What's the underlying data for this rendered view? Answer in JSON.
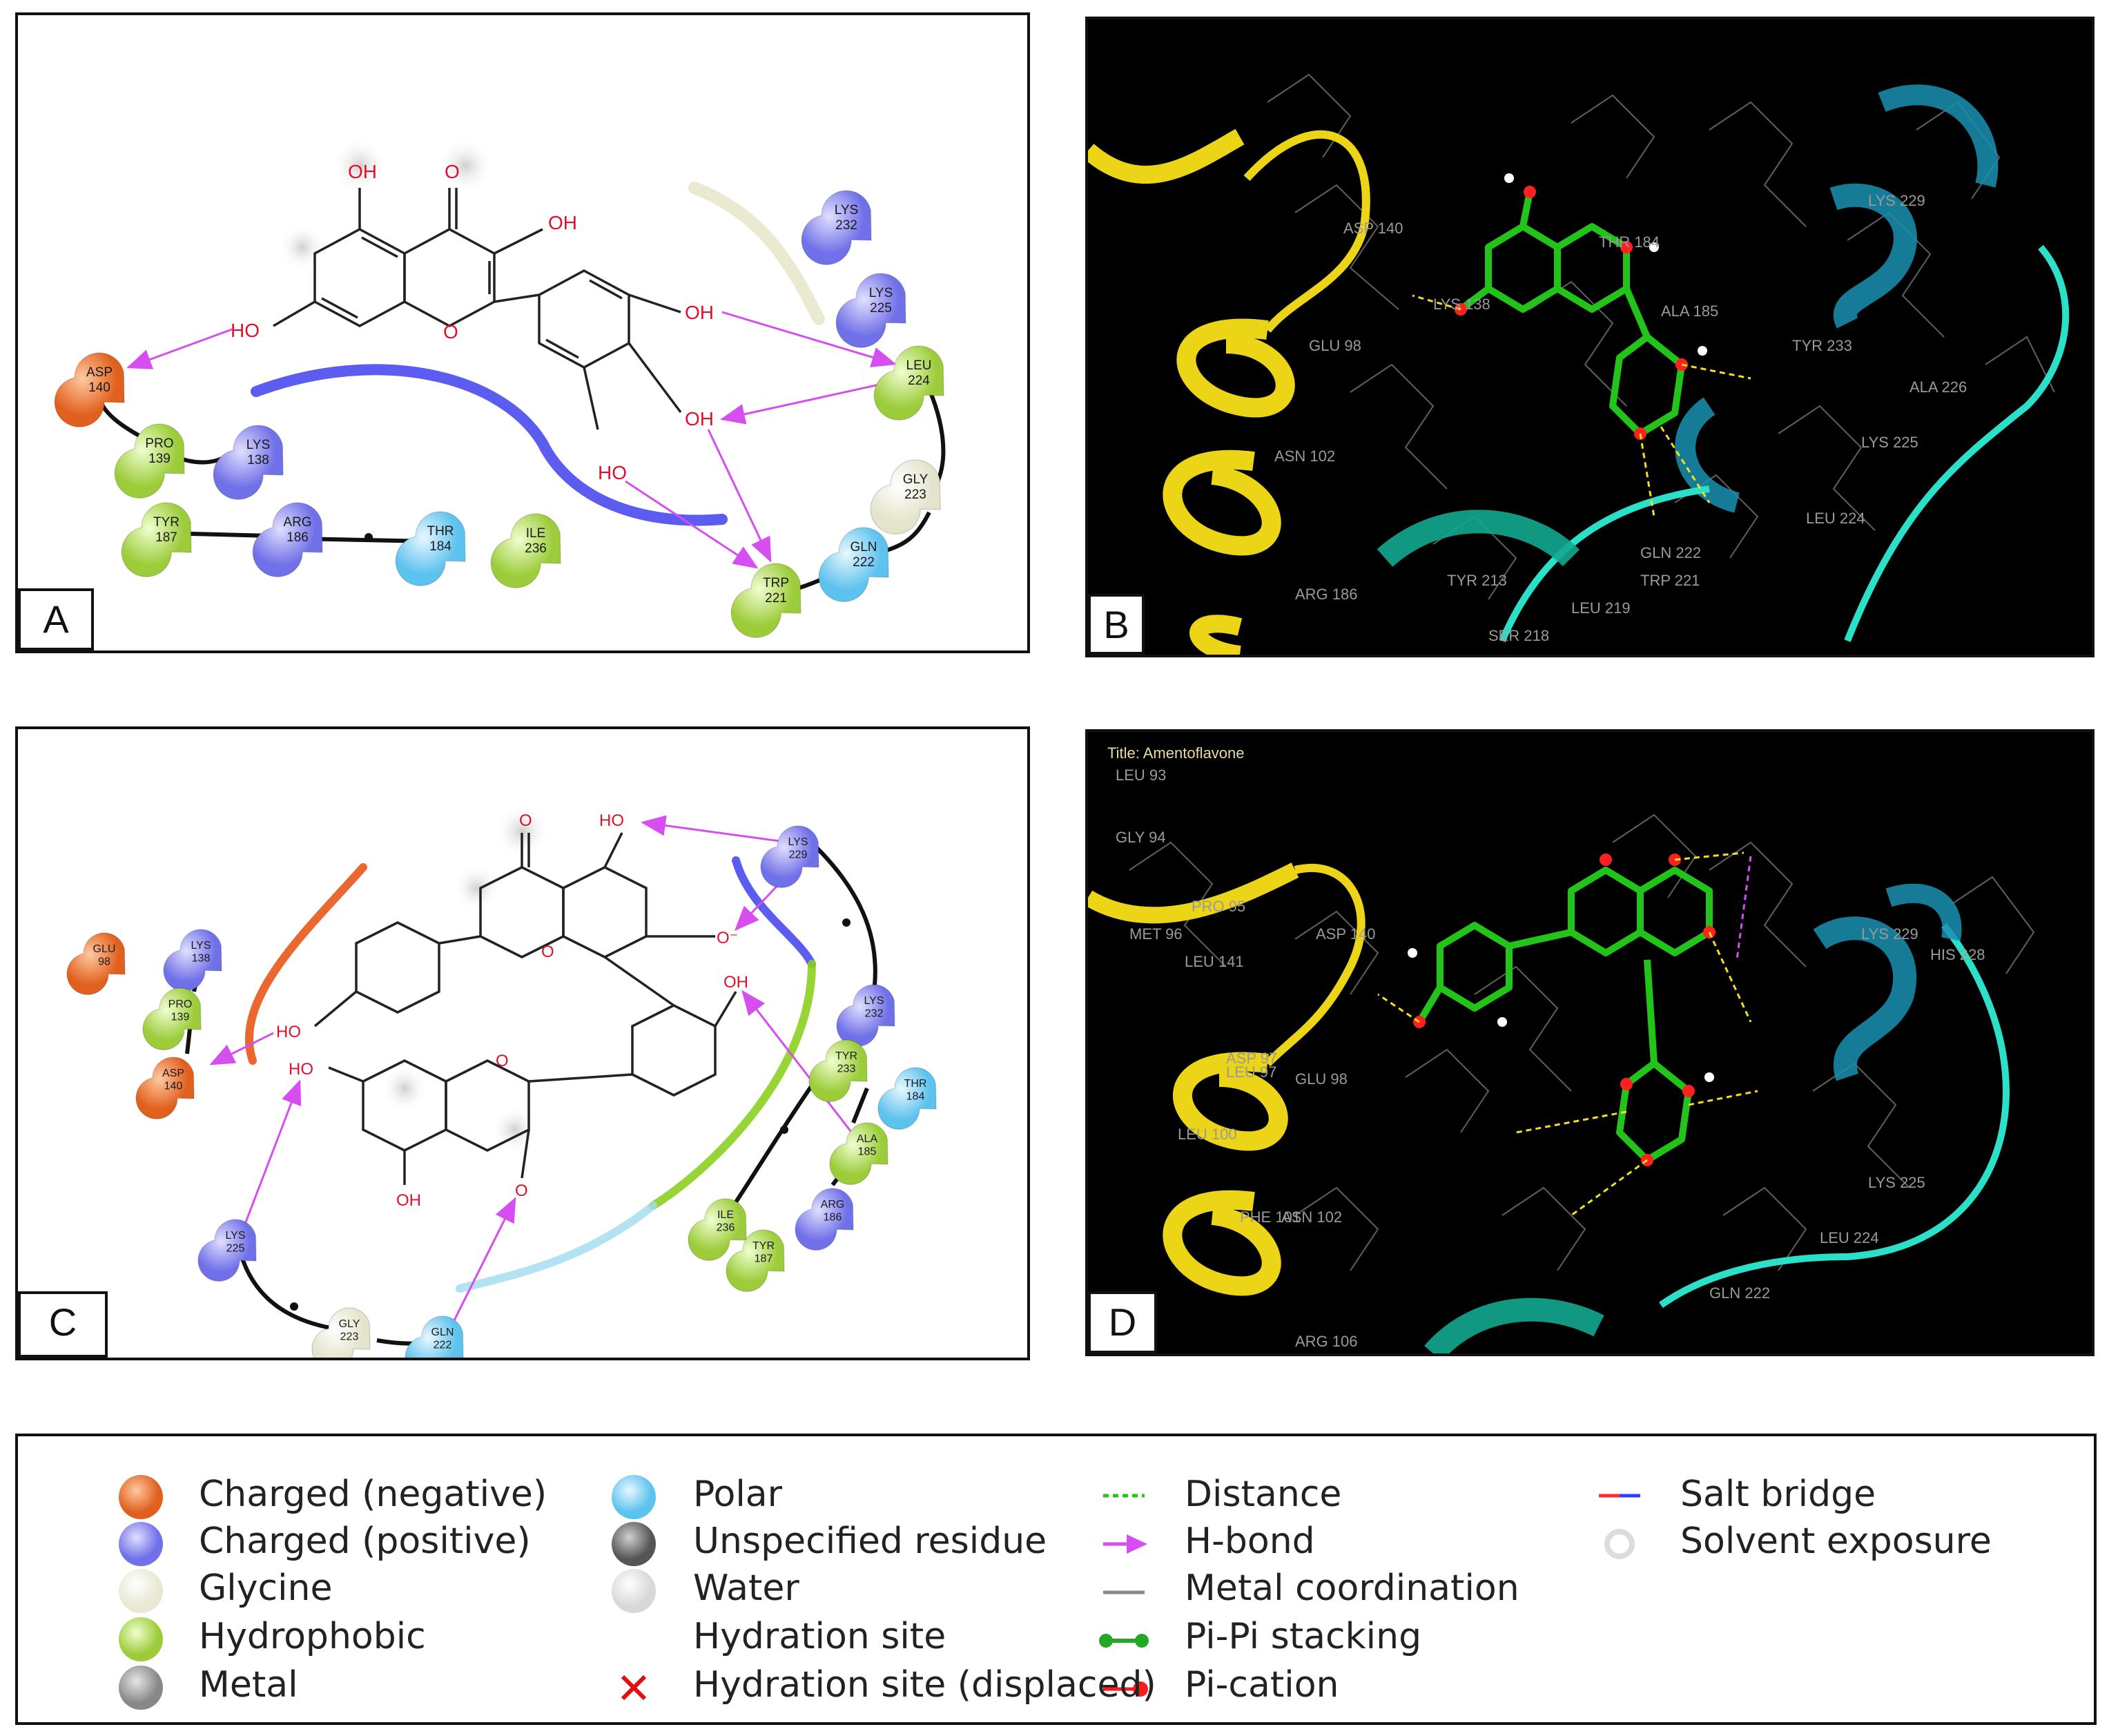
{
  "panels": {
    "A": {
      "label": "A",
      "atoms": {
        "oh1": "OH",
        "o1": "O",
        "oh2": "OH",
        "ho1": "HO",
        "oh3": "OH",
        "oh4": "OH",
        "ho2": "HO",
        "o_ring": "O"
      },
      "residues": [
        {
          "name": "ASP",
          "num": "140",
          "type": "negative"
        },
        {
          "name": "PRO",
          "num": "139",
          "type": "hydrophobic"
        },
        {
          "name": "LYS",
          "num": "138",
          "type": "positive"
        },
        {
          "name": "TYR",
          "num": "187",
          "type": "hydrophobic"
        },
        {
          "name": "ARG",
          "num": "186",
          "type": "positive"
        },
        {
          "name": "THR",
          "num": "184",
          "type": "polar"
        },
        {
          "name": "ILE",
          "num": "236",
          "type": "hydrophobic"
        },
        {
          "name": "LYS",
          "num": "232",
          "type": "positive"
        },
        {
          "name": "LYS",
          "num": "225",
          "type": "positive"
        },
        {
          "name": "LEU",
          "num": "224",
          "type": "hydrophobic"
        },
        {
          "name": "GLY",
          "num": "223",
          "type": "glycine"
        },
        {
          "name": "GLN",
          "num": "222",
          "type": "polar"
        },
        {
          "name": "TRP",
          "num": "221",
          "type": "hydrophobic"
        }
      ]
    },
    "B": {
      "label": "B",
      "residue_labels": [
        "ASP 140",
        "GLU 98",
        "ASN 102",
        "THR 184",
        "ALA 185",
        "TYR 233",
        "ALA 226",
        "LYS 225",
        "LYS 229",
        "LEU 224",
        "TRP 221",
        "TYR 213",
        "SER 218",
        "LEU 219",
        "ARG 186",
        "GLN 222",
        "LYS 138"
      ]
    },
    "C": {
      "label": "C",
      "atoms": {
        "o_top": "O",
        "ho_top": "HO",
        "o_minus": "O⁻",
        "oh_mid": "OH",
        "ho_left": "HO",
        "ho_left2": "HO",
        "oh_bot": "OH",
        "o_bot": "O",
        "o_ring1": "O",
        "o_ring2": "O"
      },
      "residues": [
        {
          "name": "GLU",
          "num": "98",
          "type": "negative"
        },
        {
          "name": "LYS",
          "num": "138",
          "type": "positive"
        },
        {
          "name": "PRO",
          "num": "139",
          "type": "hydrophobic"
        },
        {
          "name": "ASP",
          "num": "140",
          "type": "negative"
        },
        {
          "name": "LYS",
          "num": "225",
          "type": "positive"
        },
        {
          "name": "GLY",
          "num": "223",
          "type": "glycine"
        },
        {
          "name": "GLN",
          "num": "222",
          "type": "polar"
        },
        {
          "name": "LYS",
          "num": "229",
          "type": "positive"
        },
        {
          "name": "LYS",
          "num": "232",
          "type": "positive"
        },
        {
          "name": "TYR",
          "num": "233",
          "type": "hydrophobic"
        },
        {
          "name": "THR",
          "num": "184",
          "type": "polar"
        },
        {
          "name": "ALA",
          "num": "185",
          "type": "hydrophobic"
        },
        {
          "name": "ILE",
          "num": "236",
          "type": "hydrophobic"
        },
        {
          "name": "ARG",
          "num": "186",
          "type": "positive"
        },
        {
          "name": "TYR",
          "num": "187",
          "type": "hydrophobic"
        }
      ]
    },
    "D": {
      "label": "D",
      "title": "Title: Amentoflavone",
      "residue_labels": [
        "LEU 93",
        "GLY 94",
        "PRO 95",
        "MET 96",
        "LEU 141",
        "ASP 140",
        "ASP 97",
        "LEU 97",
        "GLU 98",
        "LEU 100",
        "PHE 101",
        "ASN 102",
        "ARG 106",
        "LYS 229",
        "HIS 228",
        "LYS 225",
        "LEU 224",
        "GLN 222"
      ]
    }
  },
  "legend": {
    "col1": [
      "Charged (negative)",
      "Charged (positive)",
      "Glycine",
      "Hydrophobic",
      "Metal"
    ],
    "col2": [
      "Polar",
      "Unspecified residue",
      "Water",
      "Hydration site",
      "Hydration site (displaced)"
    ],
    "col3": [
      "Distance",
      "H-bond",
      "Metal coordination",
      "Pi-Pi stacking",
      "Pi-cation"
    ],
    "col4": [
      "Salt bridge",
      "Solvent exposure"
    ]
  },
  "colors": {
    "negative": "#f07a3a",
    "positive": "#8c8cf0",
    "glycine": "#f2f2e2",
    "hydrophobic": "#b4e05a",
    "polar": "#8ad4f4",
    "metal": "#9a9a9a",
    "unspecified": "#7a7a7a",
    "water": "#e6e6e6",
    "hbond": "#d64df0",
    "salt_bridge_red": "#ff2a3a",
    "salt_bridge_blue": "#3a3aff",
    "pi_pi": "#2aa82a",
    "pi_cation": "#ff1a1a",
    "helix_yellow": "#ecd416",
    "helix_cyan": "#2ae0c8",
    "carbon_green": "#22c41a"
  }
}
